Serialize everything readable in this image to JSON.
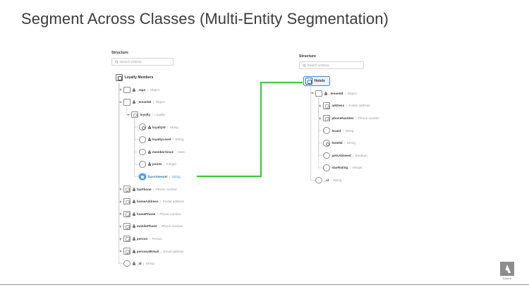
{
  "slide": {
    "title": "Segment Across Classes (Multi-Entity Segmentation)",
    "brand": "Adobe",
    "accent_green": "#3ec93e",
    "accent_blue": "#2a7dbb"
  },
  "left_panel": {
    "title": "Structure",
    "search": {
      "placeholder": "Search schema",
      "value": "",
      "icon": "search-icon"
    },
    "root": {
      "label": "Loyalty Members",
      "icon": "schema-icon"
    },
    "nodes": [
      {
        "name": "_repo",
        "type": "Object",
        "glyph": "square",
        "twisty": "closed",
        "indent": 1,
        "lock": true
      },
      {
        "name": "_tenantId",
        "type": "Object",
        "glyph": "square",
        "twisty": "open",
        "indent": 1,
        "lock": true
      },
      {
        "name": "loyalty",
        "type": "Loyalty",
        "glyph": "pencil",
        "twisty": "open",
        "indent": 2,
        "lock": false
      },
      {
        "name": "loyaltyId",
        "type": "String",
        "glyph": "key",
        "twisty": "none",
        "indent": 3,
        "lock": true
      },
      {
        "name": "loyaltyLevel",
        "type": "String",
        "glyph": "circle",
        "twisty": "none",
        "indent": 3,
        "lock": true
      },
      {
        "name": "memberSince",
        "type": "Date",
        "glyph": "circle",
        "twisty": "none",
        "indent": 3,
        "lock": true
      },
      {
        "name": "points",
        "type": "Integer",
        "glyph": "circle",
        "twisty": "none",
        "indent": 3,
        "lock": true
      },
      {
        "name": "favoriteHotel",
        "type": "String",
        "glyph": "selected",
        "twisty": "none",
        "indent": 3,
        "lock": false,
        "selected": true
      },
      {
        "name": "faxPhone",
        "type": "Phone number",
        "glyph": "pencil",
        "twisty": "closed",
        "indent": 1,
        "lock": true
      },
      {
        "name": "homeAddress",
        "type": "Postal address",
        "glyph": "pencil",
        "twisty": "closed",
        "indent": 1,
        "lock": true
      },
      {
        "name": "homePhone",
        "type": "Phone number",
        "glyph": "pencil",
        "twisty": "closed",
        "indent": 1,
        "lock": true
      },
      {
        "name": "mobilePhone",
        "type": "Phone number",
        "glyph": "pencil",
        "twisty": "closed",
        "indent": 1,
        "lock": true
      },
      {
        "name": "person",
        "type": "Person",
        "glyph": "pencil",
        "twisty": "closed",
        "indent": 1,
        "lock": true
      },
      {
        "name": "personalEmail",
        "type": "Email address",
        "glyph": "pencil",
        "twisty": "closed",
        "indent": 1,
        "lock": true
      },
      {
        "name": "_id",
        "type": "String",
        "glyph": "circle",
        "twisty": "none",
        "indent": 1,
        "lock": true
      }
    ]
  },
  "right_panel": {
    "title": "Structure",
    "search": {
      "placeholder": "Search schema",
      "value": "",
      "icon": "search-icon"
    },
    "root": {
      "label": "Hotels",
      "icon": "schema-icon",
      "selected": true
    },
    "nodes": [
      {
        "name": "_tenantId",
        "type": "Object",
        "glyph": "square",
        "twisty": "open",
        "indent": 1,
        "lock": true
      },
      {
        "name": "address",
        "type": "Postal address",
        "glyph": "pencil",
        "twisty": "closed",
        "indent": 2,
        "lock": false
      },
      {
        "name": "phoneNumber",
        "type": "Phone number",
        "glyph": "pencil",
        "twisty": "closed",
        "indent": 2,
        "lock": false
      },
      {
        "name": "brand",
        "type": "String",
        "glyph": "circle",
        "twisty": "none",
        "indent": 2,
        "lock": false
      },
      {
        "name": "hotelId",
        "type": "String",
        "glyph": "key",
        "twisty": "none",
        "indent": 2,
        "lock": false
      },
      {
        "name": "petsAllowed",
        "type": "Boolean",
        "glyph": "circle",
        "twisty": "none",
        "indent": 2,
        "lock": false
      },
      {
        "name": "starRating",
        "type": "Integer",
        "glyph": "circle",
        "twisty": "none",
        "indent": 2,
        "lock": false
      },
      {
        "name": "_id",
        "type": "String",
        "glyph": "circle",
        "twisty": "none",
        "indent": 1,
        "lock": false
      }
    ]
  },
  "relationship_link": {
    "from": "favoriteHotel",
    "to": "Hotels",
    "color": "#3ec93e"
  }
}
